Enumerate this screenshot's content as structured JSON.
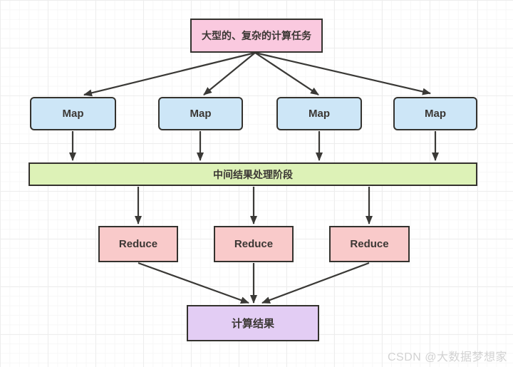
{
  "diagram": {
    "type": "flowchart",
    "topic": "MapReduce processing flow",
    "nodes": {
      "task": {
        "label": "大型的、复杂的计算任务",
        "fill": "#fac9df"
      },
      "maps": [
        {
          "label": "Map"
        },
        {
          "label": "Map"
        },
        {
          "label": "Map"
        },
        {
          "label": "Map"
        }
      ],
      "shuffle": {
        "label": "中间结果处理阶段",
        "fill": "#ddf2b7"
      },
      "reduces": [
        {
          "label": "Reduce"
        },
        {
          "label": "Reduce"
        },
        {
          "label": "Reduce"
        }
      ],
      "result": {
        "label": "计算结果",
        "fill": "#e3cdf4"
      }
    },
    "colors": {
      "map_fill": "#cde6f7",
      "reduce_fill": "#f9caca",
      "node_border": "#34322e",
      "arrow": "#3a3936",
      "grid_line": "#ededed"
    },
    "edges": [
      "task->map1",
      "task->map2",
      "task->map3",
      "task->map4",
      "map1->shuffle",
      "map2->shuffle",
      "map3->shuffle",
      "map4->shuffle",
      "shuffle->reduce1",
      "shuffle->reduce2",
      "shuffle->reduce3",
      "reduce1->result",
      "reduce2->result",
      "reduce3->result"
    ]
  },
  "watermark": {
    "label": "CSDN @大数据梦想家",
    "color": "#d2d2d2"
  }
}
